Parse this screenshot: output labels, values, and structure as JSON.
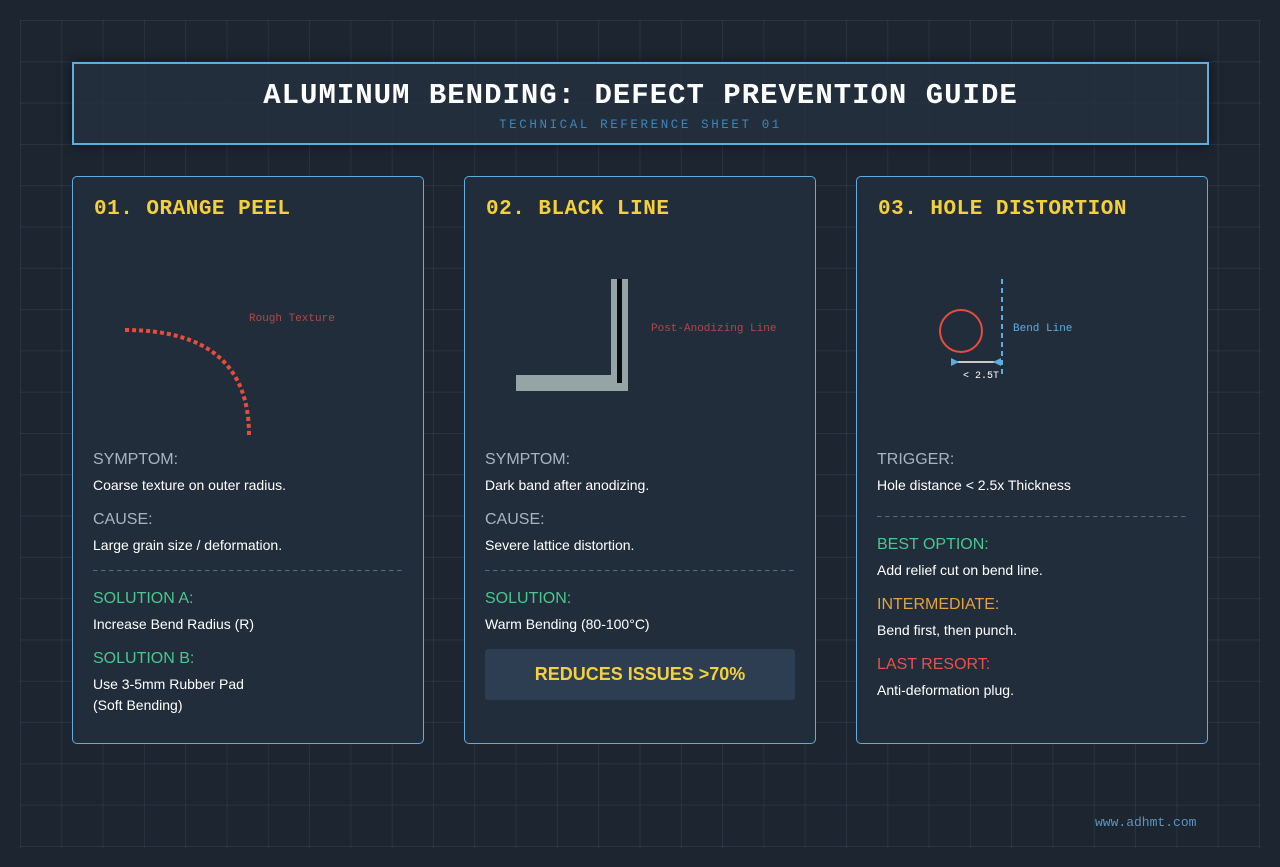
{
  "header": {
    "title": "ALUMINUM BENDING: DEFECT PREVENTION GUIDE",
    "subtitle": "TECHNICAL REFERENCE SHEET 01"
  },
  "colors": {
    "background": "#1c2530",
    "card": "#222d3b",
    "border": "#5dade2",
    "title_yellow": "#f4d03f",
    "green": "#48c78e",
    "orange": "#e6a23c",
    "red": "#e5534b"
  },
  "cards": [
    {
      "title": "01. ORANGE PEEL",
      "diagram": {
        "label": "Rough Texture",
        "icon": "dashed-bend-arc"
      },
      "sections": [
        {
          "label": "SYMPTOM:",
          "text": "Coarse texture on outer radius."
        },
        {
          "label": "CAUSE:",
          "text": "Large grain size / deformation."
        },
        {
          "label": "SOLUTION A:",
          "text": "Increase Bend Radius (R)"
        },
        {
          "label": "SOLUTION B:",
          "text": "Use 3-5mm Rubber Pad",
          "text2": "(Soft Bending)"
        }
      ]
    },
    {
      "title": "02. BLACK LINE",
      "diagram": {
        "label": "Post-Anodizing Line",
        "icon": "l-bend-profile"
      },
      "sections": [
        {
          "label": "SYMPTOM:",
          "text": "Dark band after anodizing."
        },
        {
          "label": "CAUSE:",
          "text": "Severe lattice distortion."
        },
        {
          "label": "SOLUTION:",
          "text": "Warm Bending (80-100°C)"
        }
      ],
      "highlight": "REDUCES ISSUES >70%"
    },
    {
      "title": "03. HOLE DISTORTION",
      "diagram": {
        "label": "Bend Line",
        "dimension": "< 2.5T",
        "icon": "hole-near-bend-line"
      },
      "sections": [
        {
          "label": "TRIGGER:",
          "text": "Hole distance < 2.5x Thickness"
        },
        {
          "label": "BEST OPTION:",
          "text": "Add relief cut on bend line."
        },
        {
          "label": "INTERMEDIATE:",
          "text": "Bend first, then punch."
        },
        {
          "label": "LAST RESORT:",
          "text": "Anti-deformation plug."
        }
      ]
    }
  ],
  "footer": {
    "url": "www.adhmt.com"
  }
}
